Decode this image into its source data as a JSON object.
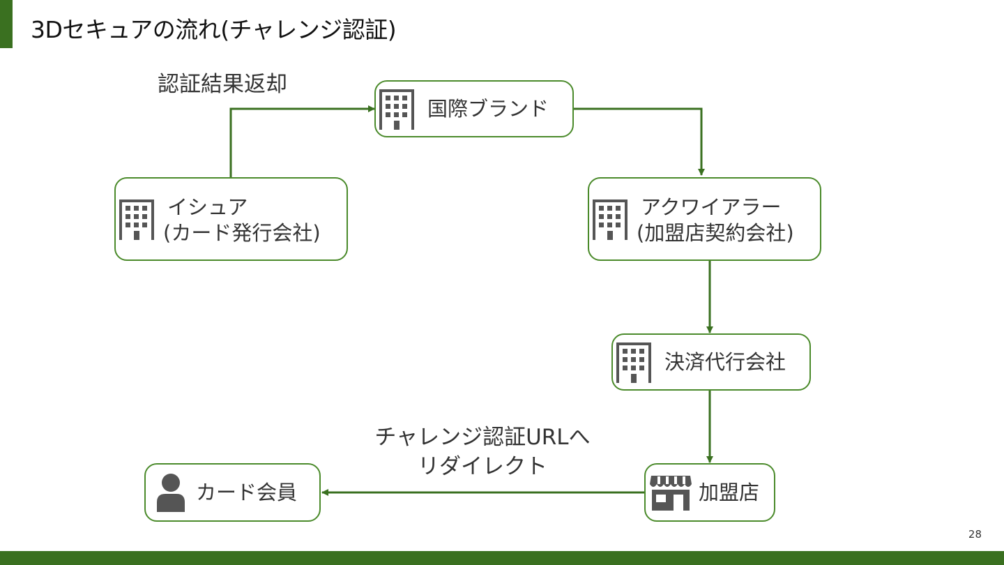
{
  "title": "3Dセキュアの流れ(チャレンジ認証)",
  "page_number": "28",
  "colors": {
    "accent": "#3a7020",
    "border": "#4a8a2a",
    "arrow": "#3a7020",
    "icon": "#555555"
  },
  "nodes": {
    "brand": {
      "label": "国際ブランド",
      "icon": "building-icon"
    },
    "issuer": {
      "line1": "イシュア",
      "line2": "(カード発行会社)",
      "icon": "building-icon"
    },
    "acquirer": {
      "line1": "アクワイアラー",
      "line2": "(加盟店契約会社)",
      "icon": "building-icon"
    },
    "psp": {
      "label": "決済代行会社",
      "icon": "building-icon"
    },
    "merchant": {
      "label": "加盟店",
      "icon": "store-icon"
    },
    "cardholder": {
      "label": "カード会員",
      "icon": "person-icon"
    }
  },
  "flow_labels": {
    "auth_result": "認証結果返却",
    "redirect_line1": "チャレンジ認証URLへ",
    "redirect_line2": "リダイレクト"
  }
}
